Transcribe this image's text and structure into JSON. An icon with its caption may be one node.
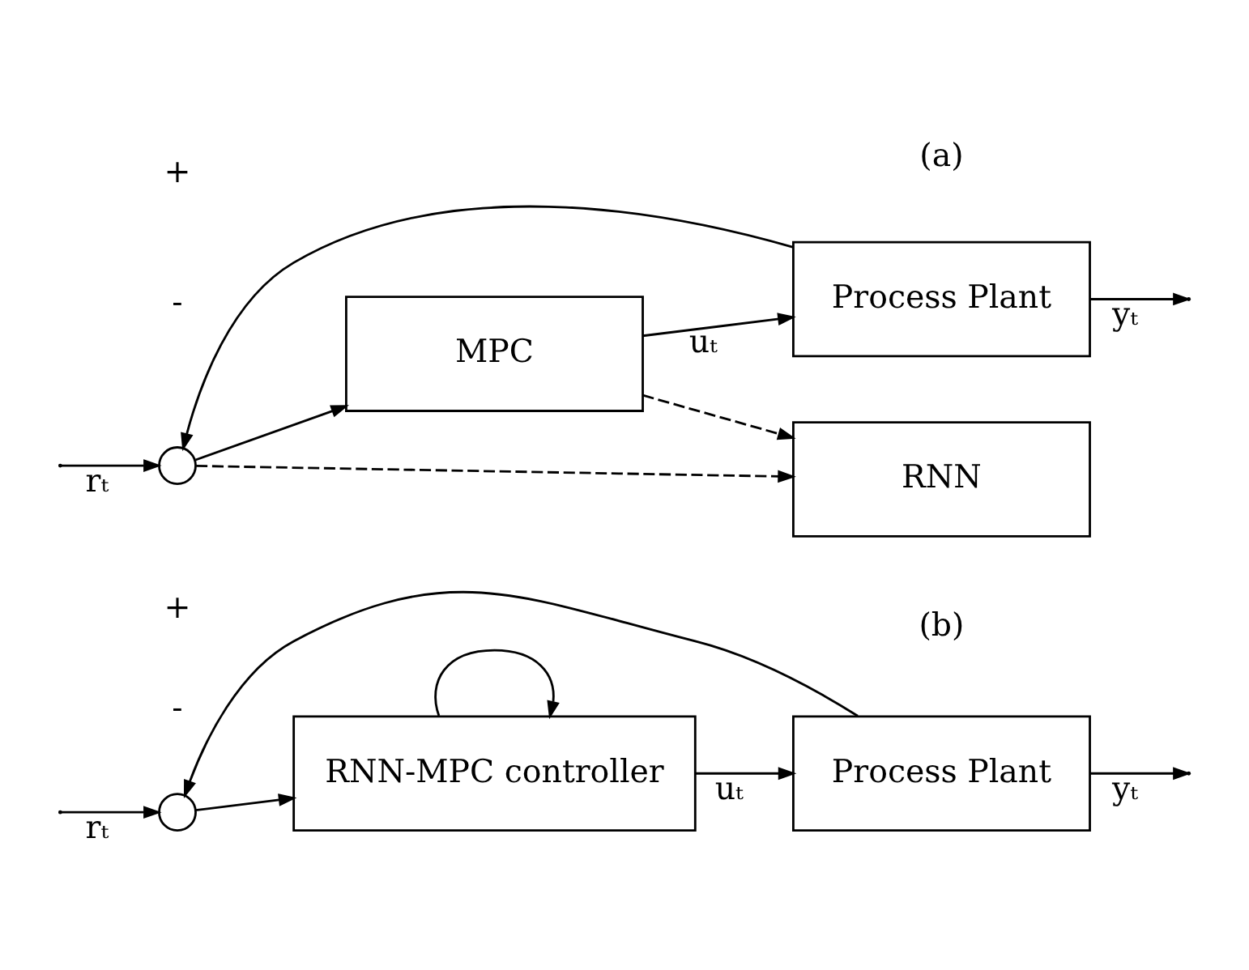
{
  "diagram": {
    "nodes": [
      {
        "text": [],
        "shape": "circle"
      },
      {
        "text": [
          "MPC"
        ]
      },
      {
        "text": [
          "RNN"
        ]
      },
      {
        "text": [
          "Process Plant"
        ]
      },
      {
        "text": [],
        "shape": "circle"
      },
      {
        "text": [
          "RNN-MPC controller"
        ]
      },
      {
        "text": [
          "Process Plant"
        ]
      }
    ],
    "edges": [
      {
        "from": null,
        "to": 0,
        "arrow": "to",
        "label": "rₜ"
      },
      {
        "from": 0,
        "to": 1,
        "arrow": "to"
      },
      {
        "from": 0,
        "to": 2,
        "arrow": "to",
        "style": "dashed"
      },
      {
        "from": 1,
        "to": 3,
        "arrow": "to",
        "label": "uₜ"
      },
      {
        "from": 1,
        "to": 2,
        "arrow": "to",
        "style": "dashed"
      },
      {
        "from": 3,
        "to": null,
        "arrow": "to",
        "label": "yₜ"
      },
      {
        "from": 3,
        "to": 0,
        "arrow": "to"
      },
      {
        "from": null,
        "to": 4,
        "arrow": "to",
        "label": "rₜ"
      },
      {
        "from": 4,
        "to": 5,
        "arrow": "to"
      },
      {
        "from": 5,
        "to": 6,
        "arrow": "to",
        "label": "uₜ"
      },
      {
        "from": 5,
        "to": 5,
        "arrow": "to"
      },
      {
        "from": 6,
        "to": null,
        "arrow": "to",
        "label": "yₜ"
      },
      {
        "from": 6,
        "to": 4,
        "arrow": "to"
      }
    ],
    "labels": [
      "+",
      "-",
      "(a)",
      "+",
      "-",
      "(b)"
    ]
  }
}
